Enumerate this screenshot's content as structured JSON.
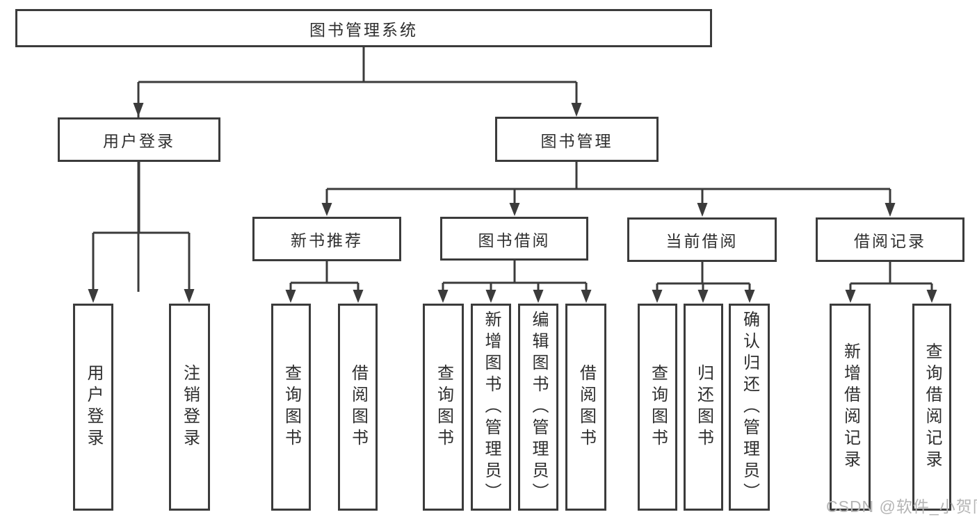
{
  "diagram": {
    "title": "图书管理系统",
    "tree": {
      "label": "图书管理系统",
      "children": [
        {
          "label": "用户登录",
          "children": [
            {
              "label": "用户登录"
            },
            {
              "label": "注销登录"
            }
          ]
        },
        {
          "label": "图书管理",
          "children": [
            {
              "label": "新书推荐",
              "children": [
                {
                  "label": "查询图书"
                },
                {
                  "label": "借阅图书"
                }
              ]
            },
            {
              "label": "图书借阅",
              "children": [
                {
                  "label": "查询图书"
                },
                {
                  "label": "新增图书（管理员）"
                },
                {
                  "label": "编辑图书（管理员）"
                },
                {
                  "label": "借阅图书"
                }
              ]
            },
            {
              "label": "当前借阅",
              "children": [
                {
                  "label": "查询图书"
                },
                {
                  "label": "归还图书"
                },
                {
                  "label": "确认归还（管理员）"
                }
              ]
            },
            {
              "label": "借阅记录",
              "children": [
                {
                  "label": "新增借阅记录"
                },
                {
                  "label": "查询借阅记录"
                }
              ]
            }
          ]
        }
      ]
    },
    "colors": {
      "line": "#3b3b3b",
      "box_border": "#3b3b3b",
      "text": "#2e2e2e",
      "background": "#ffffff",
      "watermark": "#b5b5b5"
    }
  },
  "watermark": {
    "text": "CSDN @软件_小贺同学"
  }
}
